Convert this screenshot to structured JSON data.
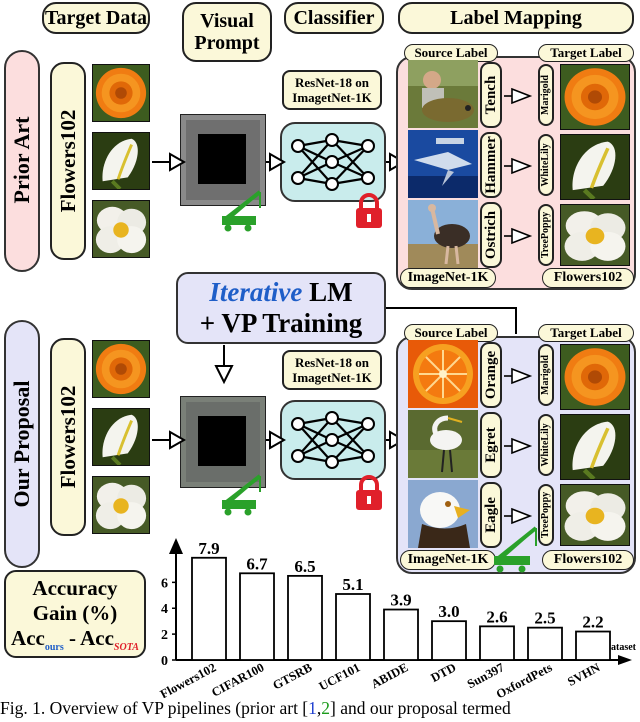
{
  "headers": {
    "target_data": "Target Data",
    "visual_prompt": "Visual Prompt",
    "classifier": "Classifier",
    "label_mapping": "Label Mapping"
  },
  "rows": {
    "prior_art": "Prior Art",
    "our_proposal": "Our Proposal"
  },
  "dataset_label": "Flowers102",
  "classifier_label": "ResNet-18 on ImagetNet-1K",
  "iterative": {
    "line1_italic": "Iterative",
    "line1_rest": " LM",
    "line2": "+ VP Training"
  },
  "mapping": {
    "source_label": "Source Label",
    "target_label": "Target Label",
    "source_dataset": "ImageNet-1K",
    "target_dataset": "Flowers102",
    "prior_source": [
      "Tench",
      "Hammer",
      "Ostrich"
    ],
    "proposal_source": [
      "Orange",
      "Egret",
      "Eagle"
    ],
    "targets": [
      "Marigold",
      "WhiteLily",
      "TreePoppy"
    ]
  },
  "accuracy_box": {
    "line1": "Accuracy",
    "line2": "Gain (%)",
    "acc1": "Acc",
    "sub1": "ours",
    "minus": " - Acc",
    "sub2": "SOTA"
  },
  "colors": {
    "prior_bg": "#fcdede",
    "proposal_bg": "#e4e4f8",
    "pill": "#fbf8d9",
    "classifier": "#c9ecec",
    "lock": "#e0202a",
    "crane": "#2aa12a",
    "iterative_blue": "#1f5ec8",
    "ref_blue": "#2040d0",
    "ref_green": "#1a9a1a"
  },
  "chart_data": {
    "type": "bar",
    "categories": [
      "Flowers102",
      "CIFAR100",
      "GTSRB",
      "UCF101",
      "ABIDE",
      "DTD",
      "Sun397",
      "OxfordPets",
      "SVHN"
    ],
    "values": [
      7.9,
      6.7,
      6.5,
      5.1,
      3.9,
      3.0,
      2.6,
      2.5,
      2.2
    ],
    "value_labels": [
      "7.9",
      "6.7",
      "6.5",
      "5.1",
      "3.9",
      "3.0",
      "2.6",
      "2.5",
      "2.2"
    ],
    "yticks": [
      "0",
      "2",
      "4",
      "6"
    ],
    "xlabel": "Dataset",
    "ylim": [
      0,
      8.5
    ]
  },
  "caption": {
    "text1": "Fig. 1.  Overview of VP pipelines (prior art [",
    "ref1": "1",
    "comma": ",",
    "ref2": "2",
    "text2": "] and our proposal termed"
  }
}
